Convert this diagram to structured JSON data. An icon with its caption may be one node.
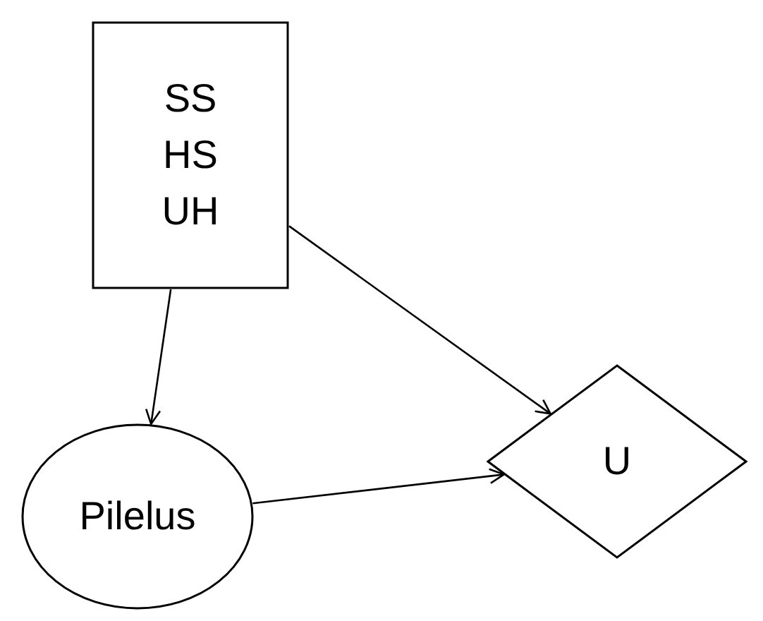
{
  "diagram": {
    "nodes": [
      {
        "text": [
          "SS",
          "HS",
          "UH"
        ]
      },
      {
        "text": [
          "Pilelus"
        ]
      },
      {
        "text": [
          "U"
        ]
      }
    ],
    "edges": [
      {
        "from": 0,
        "to": 1,
        "arrow": "to"
      },
      {
        "from": 0,
        "to": 2,
        "arrow": "to"
      },
      {
        "from": 1,
        "to": 2,
        "arrow": "to"
      }
    ]
  }
}
